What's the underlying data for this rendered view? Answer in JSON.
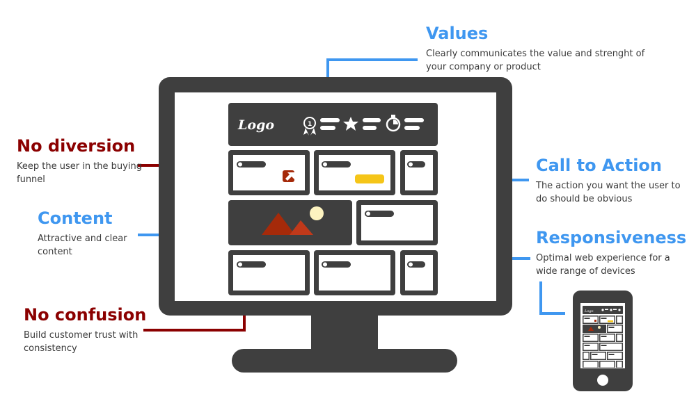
{
  "callouts": {
    "values": {
      "title": "Values",
      "text": "Clearly communicates the value and strenght of your company or product"
    },
    "no_diversion": {
      "title": "No diversion",
      "text": "Keep the user in the buying funnel"
    },
    "content": {
      "title": "Content",
      "text": "Attractive and clear content"
    },
    "no_confusion": {
      "title": "No confusion",
      "text": "Build customer trust with consistency"
    },
    "call_to_action": {
      "title": "Call to Action",
      "text": "The action you want the user to do should be obvious"
    },
    "responsiveness": {
      "title": "Responsiveness",
      "text": "Optimal web experience for a wide range of devices"
    }
  },
  "mockup": {
    "logo": "Logo",
    "badge_label": "1",
    "mobile_logo": "Logo"
  },
  "colors": {
    "dark": "#3f3f3f",
    "red": "#8b0000",
    "blue": "#3f97f0",
    "cta_yellow": "#f5c518",
    "mountain": "#a52a0a",
    "sun": "#fdf3c0"
  }
}
